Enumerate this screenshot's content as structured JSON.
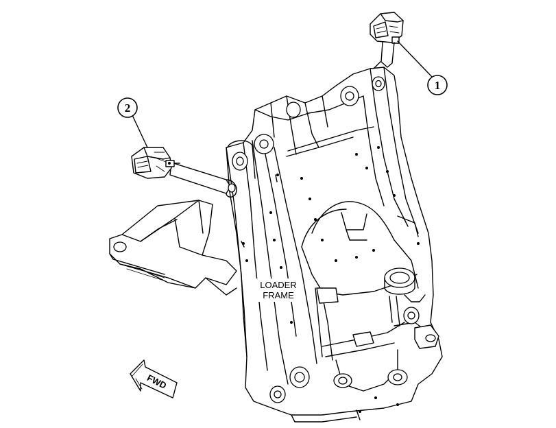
{
  "labels": {
    "frame_line1": "LOADER",
    "frame_line2": "FRAME",
    "fwd": "FWD"
  },
  "callouts": [
    {
      "number": "1",
      "part": "right-side-light"
    },
    {
      "number": "2",
      "part": "left-side-light"
    }
  ],
  "colors": {
    "ink": "#000000",
    "background": "#ffffff"
  }
}
